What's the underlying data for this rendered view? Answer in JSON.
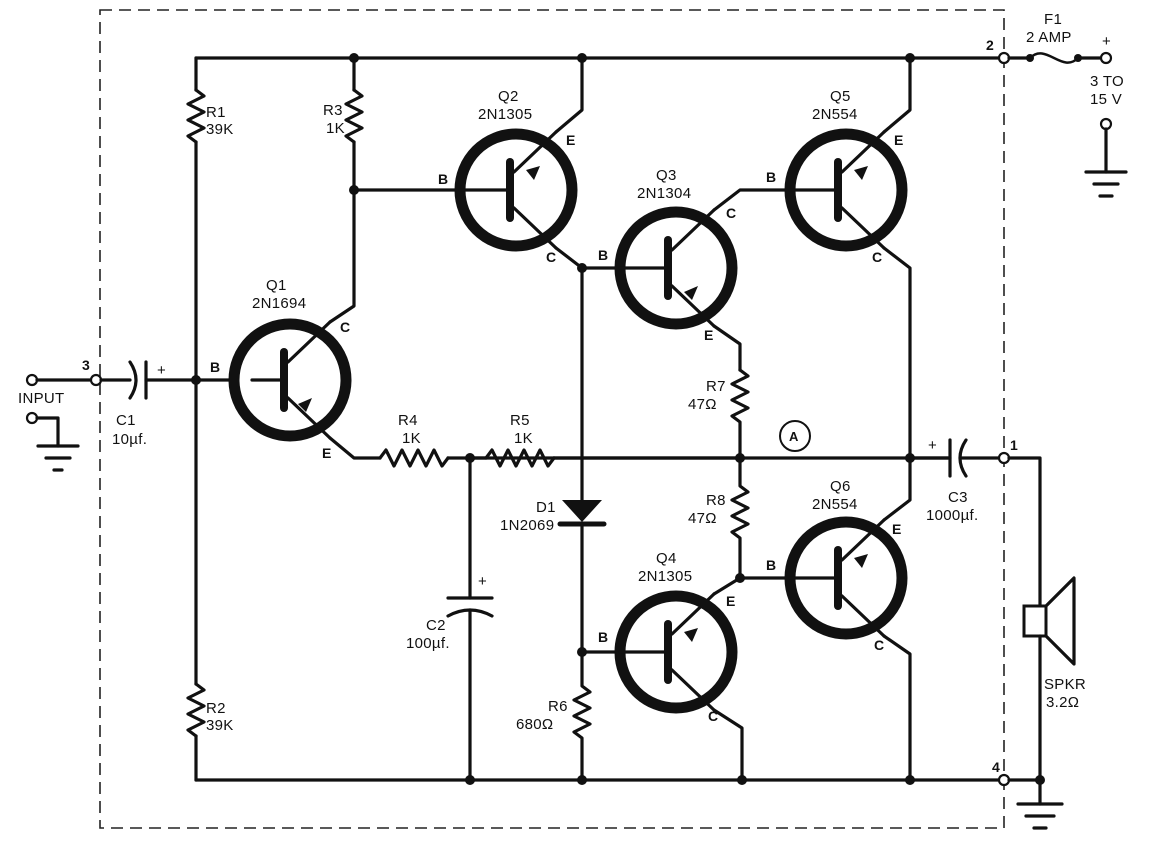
{
  "colors": {
    "ink": "#111111",
    "paper": "#ffffff"
  },
  "supply": {
    "fuse_ref": "F1",
    "fuse_value": "2 AMP",
    "plus": "+",
    "voltage_line1": "3 TO",
    "voltage_line2": "15 V"
  },
  "input": {
    "label": "INPUT"
  },
  "terminals": {
    "t1": "1",
    "t2": "2",
    "t3": "3",
    "t4": "4"
  },
  "node_a": "A",
  "resistors": {
    "r1": {
      "ref": "R1",
      "value": "39K"
    },
    "r2": {
      "ref": "R2",
      "value": "39K"
    },
    "r3": {
      "ref": "R3",
      "value": "1K"
    },
    "r4": {
      "ref": "R4",
      "value": "1K"
    },
    "r5": {
      "ref": "R5",
      "value": "1K"
    },
    "r6": {
      "ref": "R6",
      "value": "680Ω"
    },
    "r7": {
      "ref": "R7",
      "value": "47Ω"
    },
    "r8": {
      "ref": "R8",
      "value": "47Ω"
    }
  },
  "capacitors": {
    "c1": {
      "ref": "C1",
      "value": "10µf.",
      "polarity": "+"
    },
    "c2": {
      "ref": "C2",
      "value": "100µf.",
      "polarity": "+"
    },
    "c3": {
      "ref": "C3",
      "value": "1000µf.",
      "polarity": "+"
    }
  },
  "diode": {
    "ref": "D1",
    "part": "1N2069"
  },
  "speaker": {
    "ref": "SPKR",
    "value": "3.2Ω"
  },
  "transistors": {
    "q1": {
      "ref": "Q1",
      "part": "2N1694"
    },
    "q2": {
      "ref": "Q2",
      "part": "2N1305"
    },
    "q3": {
      "ref": "Q3",
      "part": "2N1304"
    },
    "q4": {
      "ref": "Q4",
      "part": "2N1305"
    },
    "q5": {
      "ref": "Q5",
      "part": "2N554"
    },
    "q6": {
      "ref": "Q6",
      "part": "2N554"
    }
  },
  "pins": {
    "base": "B",
    "collector": "C",
    "emitter": "E"
  }
}
